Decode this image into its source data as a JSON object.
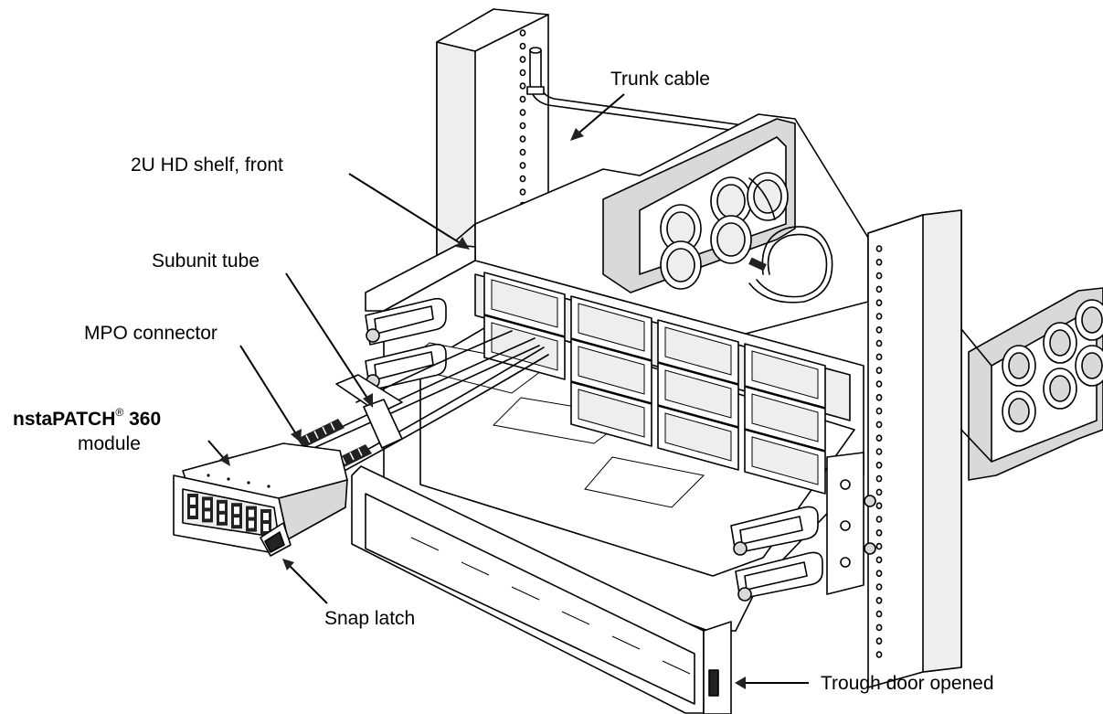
{
  "labels": {
    "trunk_cable": "Trunk cable",
    "shelf_front": "2U HD shelf, front",
    "subunit_tube": "Subunit tube",
    "mpo_connector": "MPO connector",
    "module_name": "nstaPATCH",
    "module_reg": "®",
    "module_number": " 360",
    "module_word": "module",
    "snap_latch": "Snap latch",
    "trough_door": "Trough door opened"
  },
  "colors": {
    "line": "#000000",
    "surface": "#ffffff",
    "shade": "#d9d9d9",
    "cable": "#222222"
  }
}
